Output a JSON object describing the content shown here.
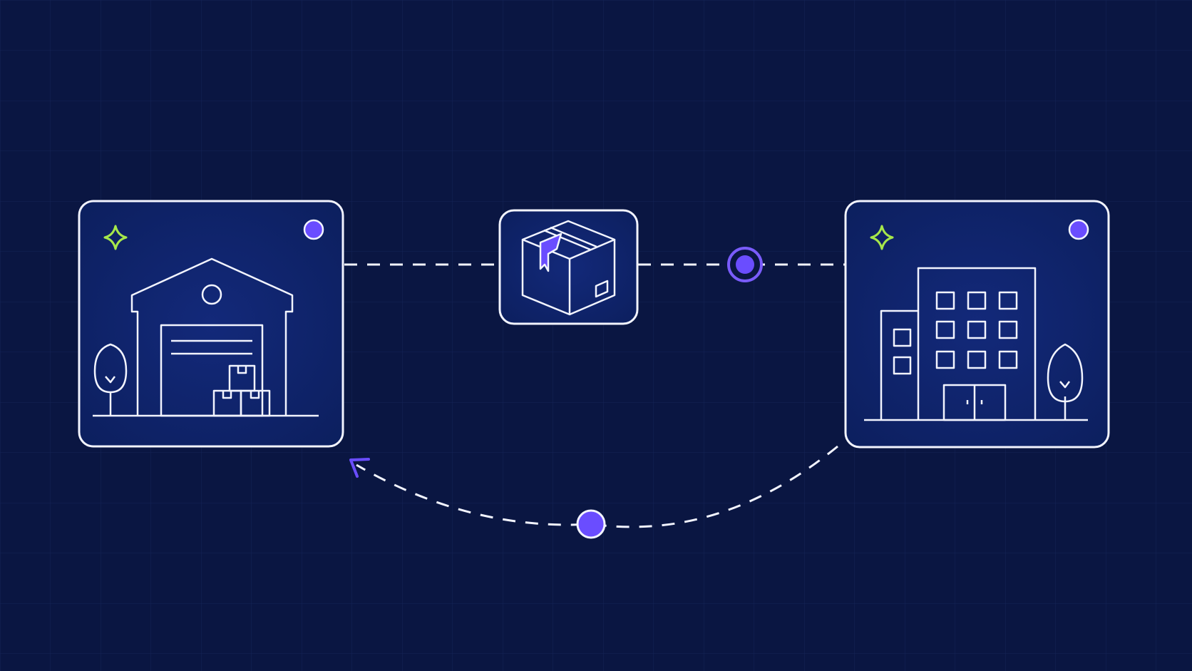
{
  "scene": {
    "description_visible_text": "",
    "nodes": [
      {
        "id": "warehouse",
        "icon": "warehouse-icon",
        "accent_icon": "sparkle-icon",
        "indicator": "status-dot"
      },
      {
        "id": "package",
        "icon": "package-box-icon"
      },
      {
        "id": "office",
        "icon": "office-building-icon",
        "accent_icon": "sparkle-icon",
        "indicator": "status-dot"
      }
    ],
    "connectors": [
      {
        "from": "warehouse",
        "to": "package",
        "style": "dashed"
      },
      {
        "from": "package",
        "to": "office",
        "style": "dashed",
        "marker": "ring-dot"
      },
      {
        "from": "office",
        "to": "warehouse",
        "style": "dashed-curve",
        "marker": "dot",
        "arrow": "arrowhead"
      }
    ]
  },
  "colors": {
    "background": "#0a1642",
    "grid": "#142457",
    "card_fill": "#0e2266",
    "line": "#f2f4ff",
    "accent_purple": "#6a4dff",
    "accent_green": "#a6e84a"
  }
}
